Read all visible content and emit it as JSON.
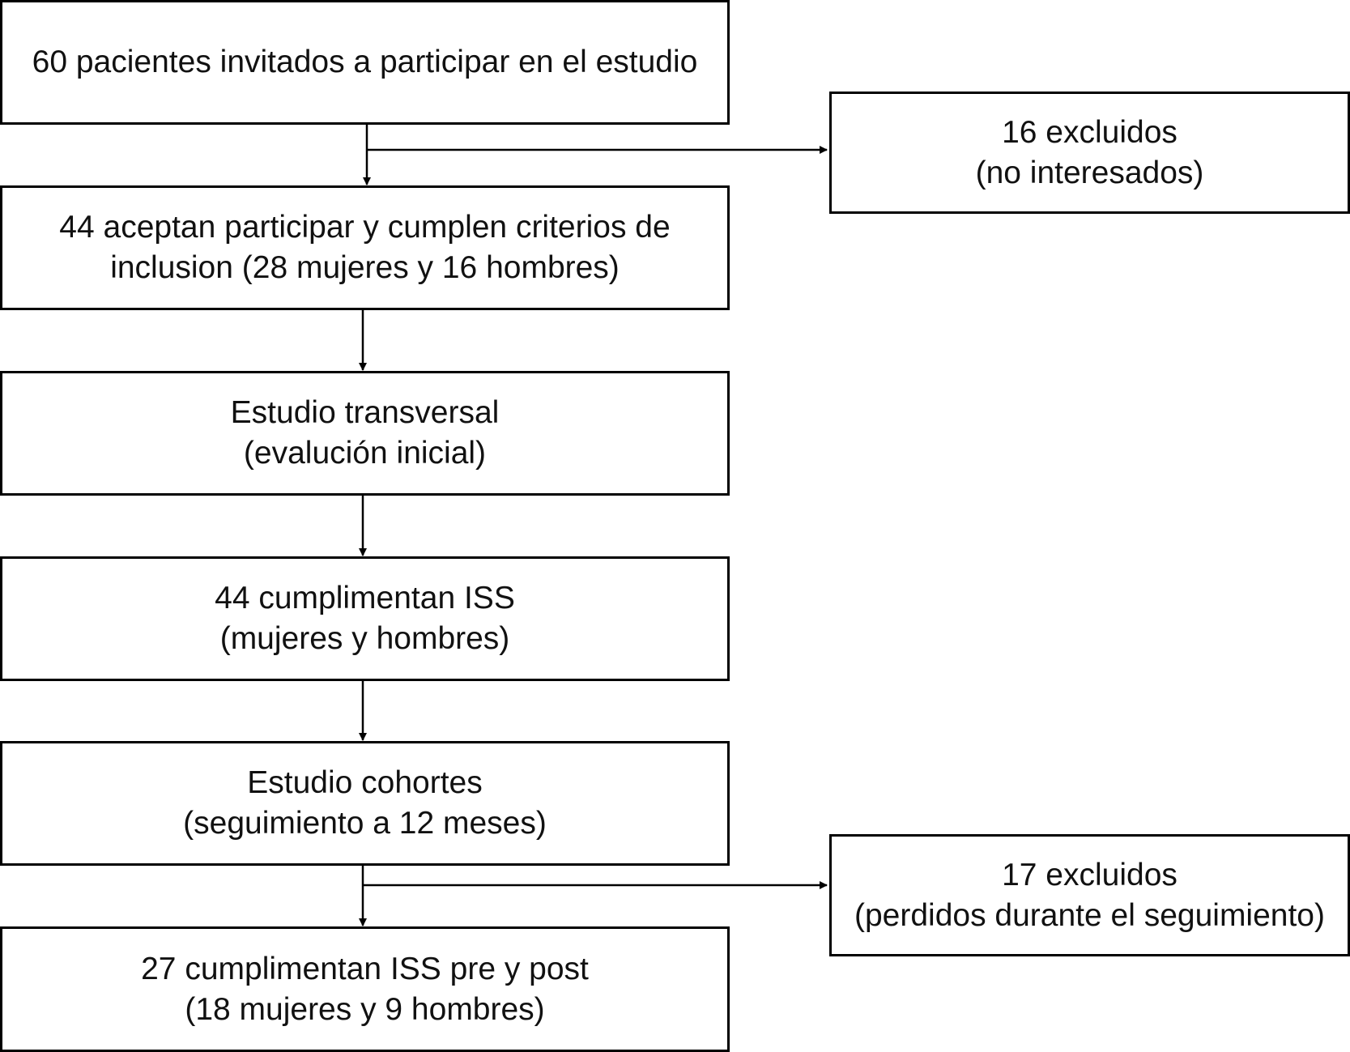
{
  "flow": {
    "step1": {
      "line1": "60 pacientes invitados a participar en el estudio"
    },
    "step2": {
      "line1": "44 aceptan participar y cumplen criterios de",
      "line2": "inclusion (28 mujeres y 16 hombres)"
    },
    "step3": {
      "line1": "Estudio transversal",
      "line2": "(evalución inicial)"
    },
    "step4": {
      "line1": "44 cumplimentan ISS",
      "line2": "(mujeres y hombres)"
    },
    "step5": {
      "line1": "Estudio cohortes",
      "line2": "(seguimiento a 12 meses)"
    },
    "step6": {
      "line1": "27 cumplimentan ISS pre y post",
      "line2": "(18 mujeres y 9 hombres)"
    }
  },
  "exclusions": {
    "first": {
      "line1": "16 excluidos",
      "line2": "(no interesados)"
    },
    "second": {
      "line1": "17 excluidos",
      "line2": "(perdidos durante el seguimiento)"
    }
  },
  "colors": {
    "stroke": "#000000",
    "background": "#ffffff"
  }
}
